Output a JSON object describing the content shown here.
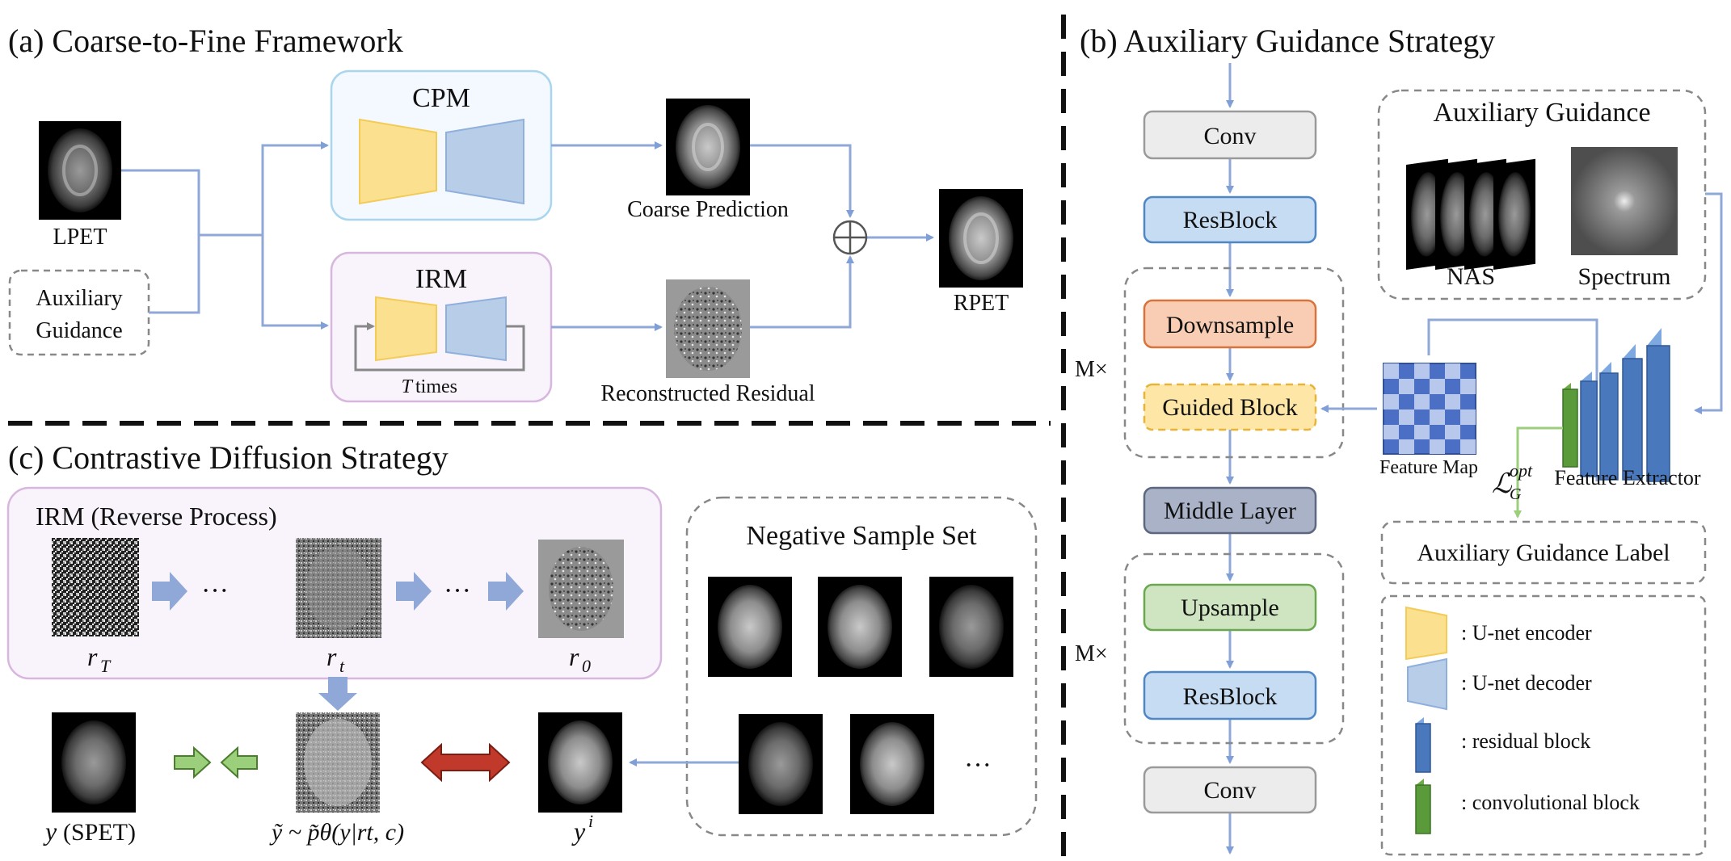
{
  "panel_a": {
    "title": "(a) Coarse-to-Fine Framework",
    "lpet_label": "LPET",
    "aux_label_1": "Auxiliary",
    "aux_label_2": "Guidance",
    "cpm_label": "CPM",
    "irm_label": "IRM",
    "t_times": "times",
    "t_symbol": "T",
    "coarse_label": "Coarse Prediction",
    "residual_label": "Reconstructed Residual",
    "rpet_label": "RPET"
  },
  "panel_b": {
    "title": "(b) Auxiliary Guidance Strategy",
    "conv_top": "Conv",
    "resblock_top": "ResBlock",
    "downsample": "Downsample",
    "guided_block": "Guided Block",
    "middle_layer": "Middle Layer",
    "upsample": "Upsample",
    "resblock_bottom": "ResBlock",
    "conv_bottom": "Conv",
    "m_times_1": "M×",
    "m_times_2": "M×",
    "aux_guidance_title": "Auxiliary Guidance",
    "nas_label": "NAS",
    "spectrum_label": "Spectrum",
    "feature_map_label": "Feature Map",
    "feature_extractor_label": "Feature Extractor",
    "loss_symbol": "ℒ",
    "loss_sub": "G",
    "loss_sup": "opt",
    "aux_label_box": "Auxiliary Guidance Label",
    "legend": [
      {
        "text": ": U-net encoder",
        "color": "#fbe08f"
      },
      {
        "text": ": U-net decoder",
        "color": "#b8cde8"
      },
      {
        "text": ": residual block",
        "color": "#4a78bd"
      },
      {
        "text": ": convolutional block",
        "color": "#5a9a3a"
      }
    ]
  },
  "panel_c": {
    "title": "(c) Contrastive Diffusion Strategy",
    "irm_reverse": "IRM (Reverse Process)",
    "r_T": "r",
    "r_T_sub": "T",
    "r_t": "r",
    "r_t_sub": "t",
    "r_0": "r",
    "r_0_sub": "0",
    "dots": "···",
    "negative_title": "Negative Sample Set",
    "y_spet": "(SPET)",
    "y_symbol": "y",
    "ytilde_expr": "ỹ ~ p̃θ(y|rt, c)",
    "yi_symbol": "y",
    "yi_sup": "i"
  }
}
